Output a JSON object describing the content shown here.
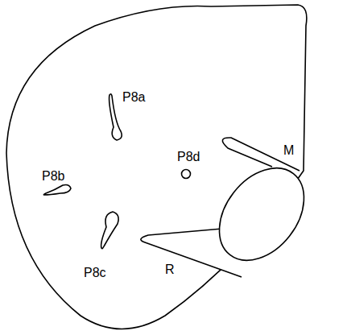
{
  "diagram": {
    "labels": [
      "P8a",
      "P8b",
      "P8d",
      "P8c",
      "M",
      "R"
    ]
  }
}
